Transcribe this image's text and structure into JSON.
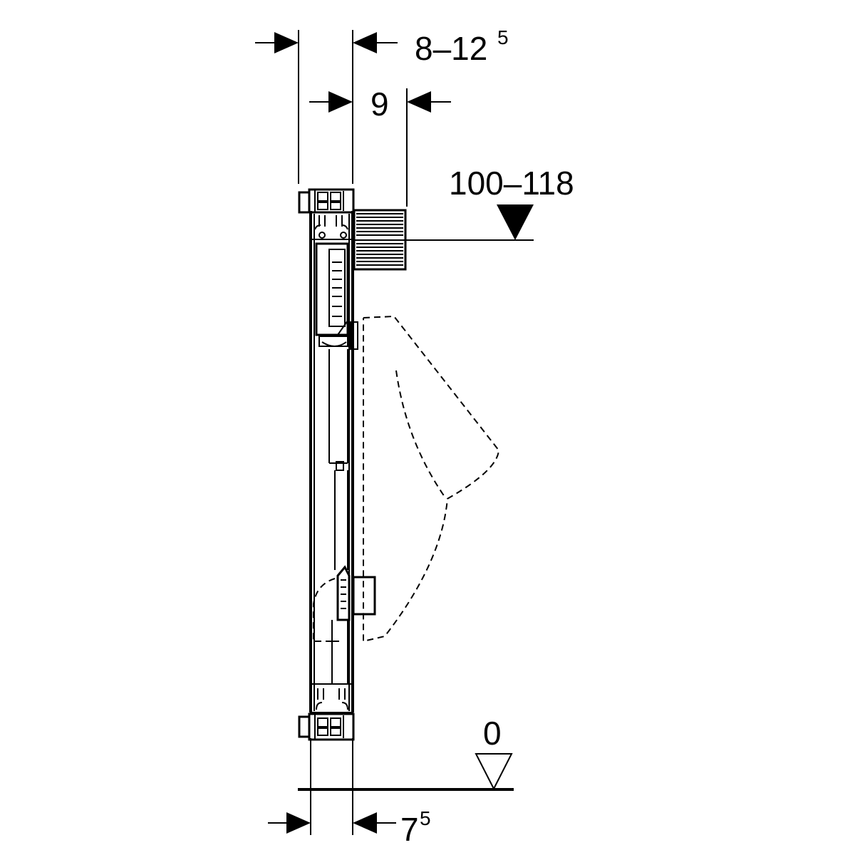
{
  "dimensions": {
    "top_range": {
      "main": "8–12",
      "sup": "5"
    },
    "depth": {
      "main": "9"
    },
    "height_range": {
      "main": "100–118"
    },
    "floor_level": {
      "main": "0"
    },
    "bottom_depth": {
      "main": "7",
      "sup": "5"
    }
  }
}
